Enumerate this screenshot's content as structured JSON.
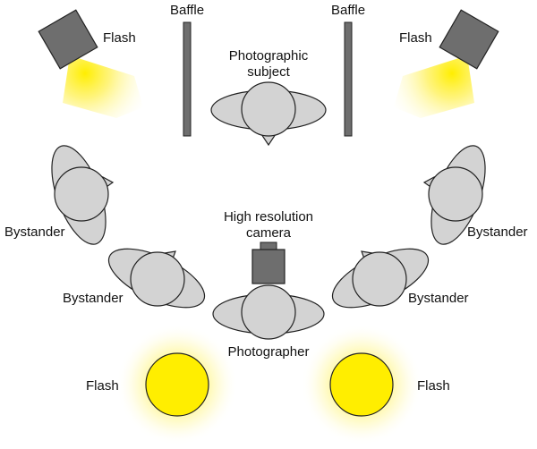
{
  "labels": {
    "flash_top_left": "Flash",
    "flash_top_right": "Flash",
    "baffle_left": "Baffle",
    "baffle_right": "Baffle",
    "subject_line1": "Photographic",
    "subject_line2": "subject",
    "bystander_left_upper": "Bystander",
    "bystander_right_upper": "Bystander",
    "camera_line1": "High resolution",
    "camera_line2": "camera",
    "bystander_left_lower": "Bystander",
    "bystander_right_lower": "Bystander",
    "photographer": "Photographer",
    "flash_bottom_left": "Flash",
    "flash_bottom_right": "Flash"
  },
  "colors": {
    "person_fill": "#d3d3d3",
    "outline": "#222222",
    "flash_unit": "#6e6e6e",
    "baffle": "#6e6e6e",
    "flash_glow": "#ffee00",
    "flash_bulb": "#ffee00",
    "camera": "#6e6e6e"
  }
}
